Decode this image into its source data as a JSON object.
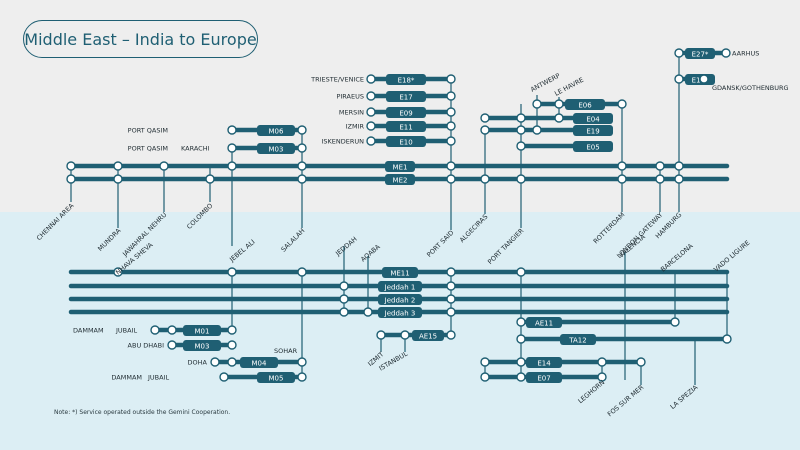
{
  "title": "Middle East – India to Europe",
  "note": "Note: *) Service operated outside the Gemini Cooperation.",
  "colors": {
    "line": "#1f5f73",
    "top_bg": "#eeeeee",
    "bottom_bg": "#dceef4",
    "node_fill": "#ffffff"
  },
  "services": {
    "E27": "E27*",
    "E15": "E15*",
    "E18": "E18*",
    "E17": "E17",
    "E09": "E09",
    "E11": "E11",
    "E10": "E10",
    "E06": "E06",
    "E04": "E04",
    "E19": "E19",
    "E05": "E05",
    "M06": "M06",
    "M03a": "M03",
    "ME1": "ME1",
    "ME2": "ME2",
    "ME11": "ME11",
    "J1": "Jeddah 1",
    "J2": "Jeddah 2",
    "J3": "Jeddah 3",
    "AE11": "AE11",
    "TA12": "TA12",
    "AE15": "AE15",
    "E14": "E14",
    "E07": "E07",
    "M01": "M01",
    "M03b": "M03",
    "M04": "M04",
    "M05": "M05"
  },
  "ports": {
    "aarhus": "AARHUS",
    "gdansk": "GDANSK/GOTHENBURG",
    "trieste": "TRIESTE/VENICE",
    "piraeus": "PIRAEUS",
    "mersin": "MERSIN",
    "izmir": "IZMIR",
    "iskenderun": "ISKENDERUN",
    "antwerp": "ANTWERP",
    "lehavre": "LE HAVRE",
    "portqasim1": "PORT QASIM",
    "portqasim2": "PORT QASIM",
    "karachi": "KARACHI",
    "chennai": "CHENNAI AREA",
    "mundra": "MUNDRA",
    "jawaharlal": "JAWAHRAL NEHRU",
    "colombo": "COLOMBO",
    "salalah": "SALALAH",
    "portsaid": "PORT SAID",
    "algeciras": "ALGECIRAS",
    "porttangier": "PORT TANGIER",
    "rotterdam": "ROTTERDAM",
    "london": "LONDON GATEWAY",
    "hamburg": "HAMBURG",
    "jeddah": "JEDDAH",
    "aqaba": "AQABA",
    "valencia": "VALENCIA",
    "barcelona": "BARCELONA",
    "vado": "VADO LIGURE",
    "nhava": "NHAVA SHEVA",
    "jebelali": "JEBEL ALI",
    "izmit": "IZMIT",
    "istanbul": "ISTANBUL",
    "leghorn": "LEGHORN",
    "fos": "FOS SUR MER",
    "laspezia": "LA SPEZIA",
    "dammam1": "DAMMAM",
    "jubail1": "JUBAIL",
    "abudhabi": "ABU DHABI",
    "doha": "DOHA",
    "sohar": "SOHAR",
    "dammam2": "DAMMAM",
    "jubail2": "JUBAIL"
  }
}
